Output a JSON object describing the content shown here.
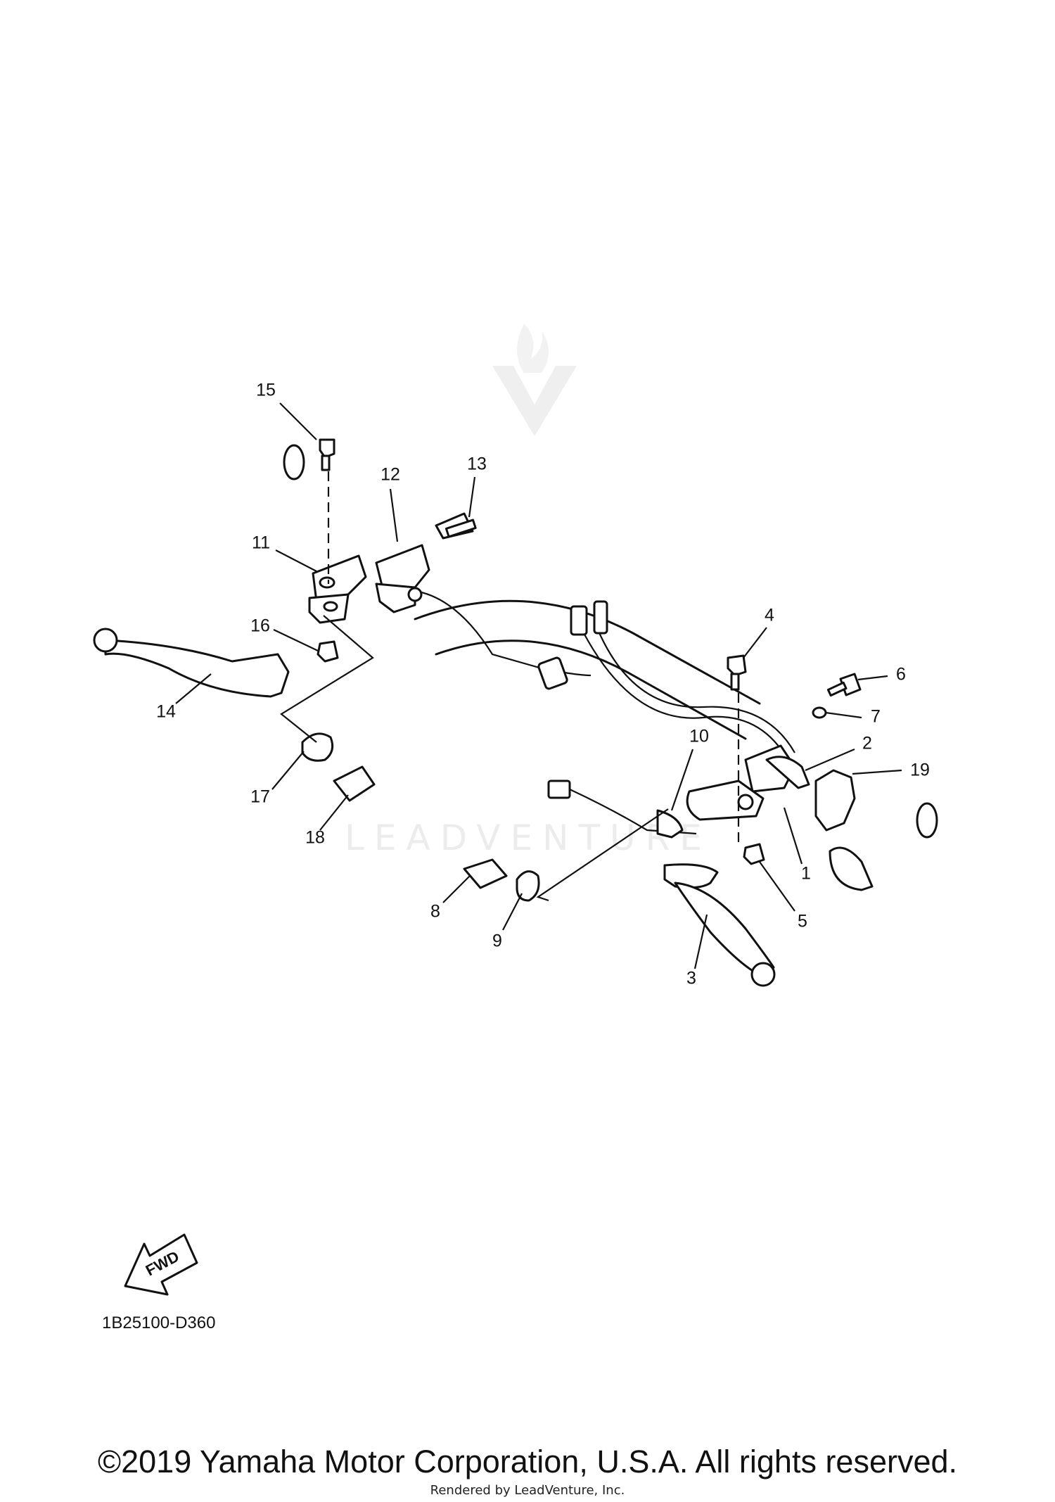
{
  "diagram": {
    "callouts": [
      {
        "num": "1"
      },
      {
        "num": "2"
      },
      {
        "num": "3"
      },
      {
        "num": "4"
      },
      {
        "num": "5"
      },
      {
        "num": "6"
      },
      {
        "num": "7"
      },
      {
        "num": "8"
      },
      {
        "num": "9"
      },
      {
        "num": "10"
      },
      {
        "num": "11"
      },
      {
        "num": "12"
      },
      {
        "num": "13"
      },
      {
        "num": "14"
      },
      {
        "num": "15"
      },
      {
        "num": "16"
      },
      {
        "num": "17"
      },
      {
        "num": "18"
      },
      {
        "num": "19"
      }
    ],
    "fwd_label": "FWD",
    "diagram_code": "1B25100-D360",
    "watermark": "LEADVENTURE"
  },
  "footer": {
    "copyright": "©2019 Yamaha Motor Corporation, U.S.A. All rights reserved.",
    "rendered_by": "Rendered by LeadVenture, Inc."
  }
}
